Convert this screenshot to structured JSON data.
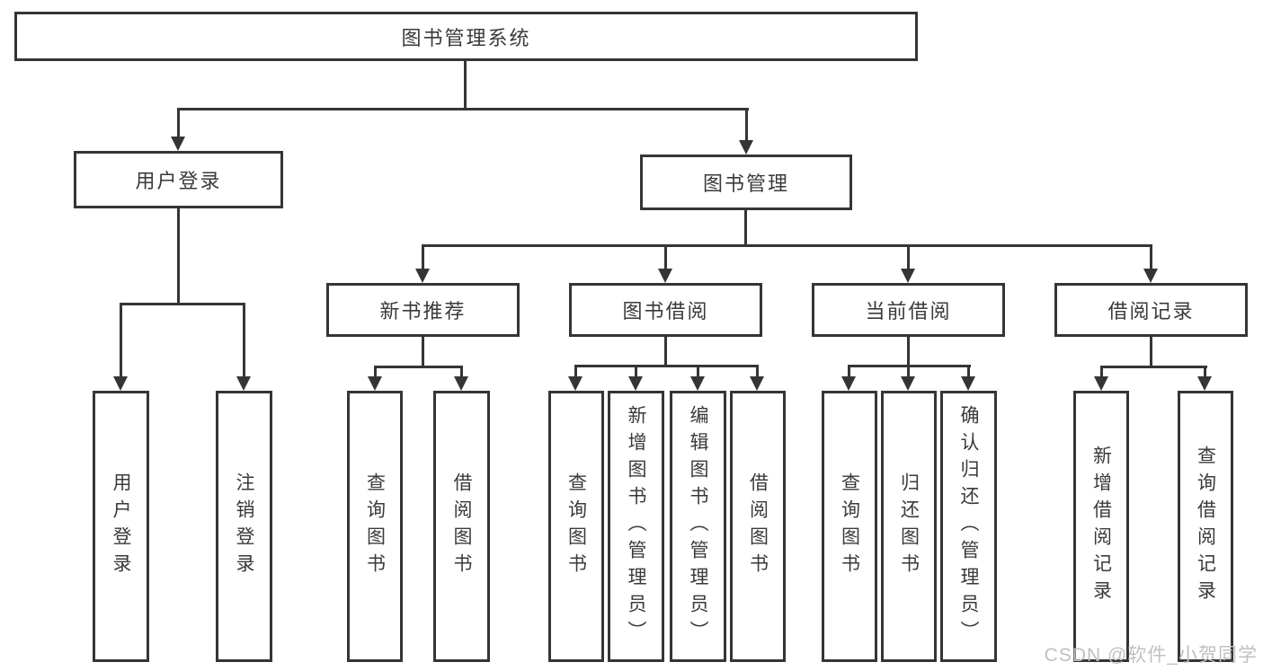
{
  "diagram": {
    "title": "图书管理系统",
    "level1": [
      {
        "label": "用户登录",
        "leaves": [
          "用户登录",
          "注销登录"
        ]
      },
      {
        "label": "图书管理",
        "groups": [
          {
            "label": "新书推荐",
            "leaves": [
              "查询图书",
              "借阅图书"
            ]
          },
          {
            "label": "图书借阅",
            "leaves": [
              "查询图书",
              "新增图书（管理员）",
              "编辑图书（管理员）",
              "借阅图书"
            ]
          },
          {
            "label": "当前借阅",
            "leaves": [
              "查询图书",
              "归还图书",
              "确认归还（管理员）"
            ]
          },
          {
            "label": "借阅记录",
            "leaves": [
              "新增借阅记录",
              "查询借阅记录"
            ]
          }
        ]
      }
    ]
  },
  "watermark": {
    "text": "CSDN @软件_小贺同学"
  },
  "colors": {
    "line": "#353535",
    "text": "#3a3a3a",
    "watermark": "#c0c0c0",
    "background": "#ffffff"
  }
}
